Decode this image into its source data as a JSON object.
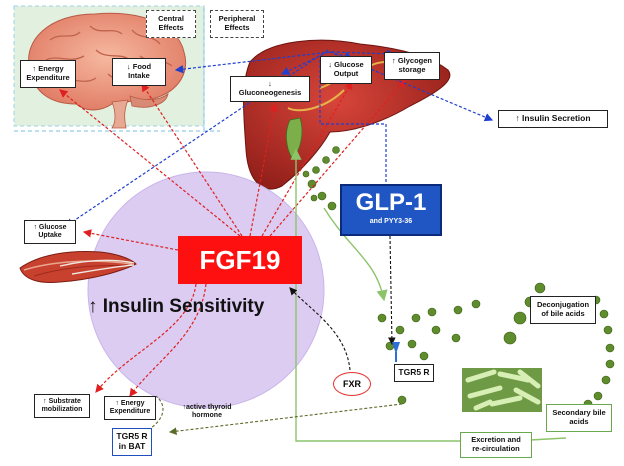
{
  "labels": {
    "central_effects": "Central\nEffects",
    "peripheral_effects": "Peripheral\nEffects",
    "energy_expenditure": "↑ Energy\nExpenditure",
    "food_intake": "↓ Food\nIntake",
    "gluconeogenesis": "↓\nGluconeogenesis",
    "glucose_output": "↓ Glucose\nOutput",
    "glycogen_storage": "↑ Glycogen\nstorage",
    "insulin_secretion": "↑ Insulin Secretion",
    "glucose_uptake": "↑ Glucose\nUptake",
    "fgf19": "FGF19",
    "glp1": "GLP-1",
    "glp1_sub": "and PYY3-36",
    "insulin_sensitivity": "↑ Insulin  Sensitivity",
    "deconjugation": "Deconjugation\nof bile acids",
    "fxr": "FXR",
    "tgr5r": "TGR5 R",
    "substrate_mobilization": "↑ Substrate\nmobilization",
    "energy_expenditure2": "↑ Energy\nExpenditure",
    "thyroid": "↑active thyroid\nhormone",
    "tgr5r_bat": "TGR5 R\nin BAT",
    "secondary_bile": "Secondary bile\nacids",
    "excretion": "Excretion and\nre-circulation"
  },
  "colors": {
    "red_arrow": "#e02020",
    "blue_arrow": "#1f3fcf",
    "green_arrow": "#8cc46a",
    "olive_arrow": "#5b6b2a",
    "fgf19_fill": "#ff1010",
    "glp1_fill": "#1f56c4",
    "insulin_circle": "#dcccf2",
    "bead": "#5f8c2c"
  }
}
